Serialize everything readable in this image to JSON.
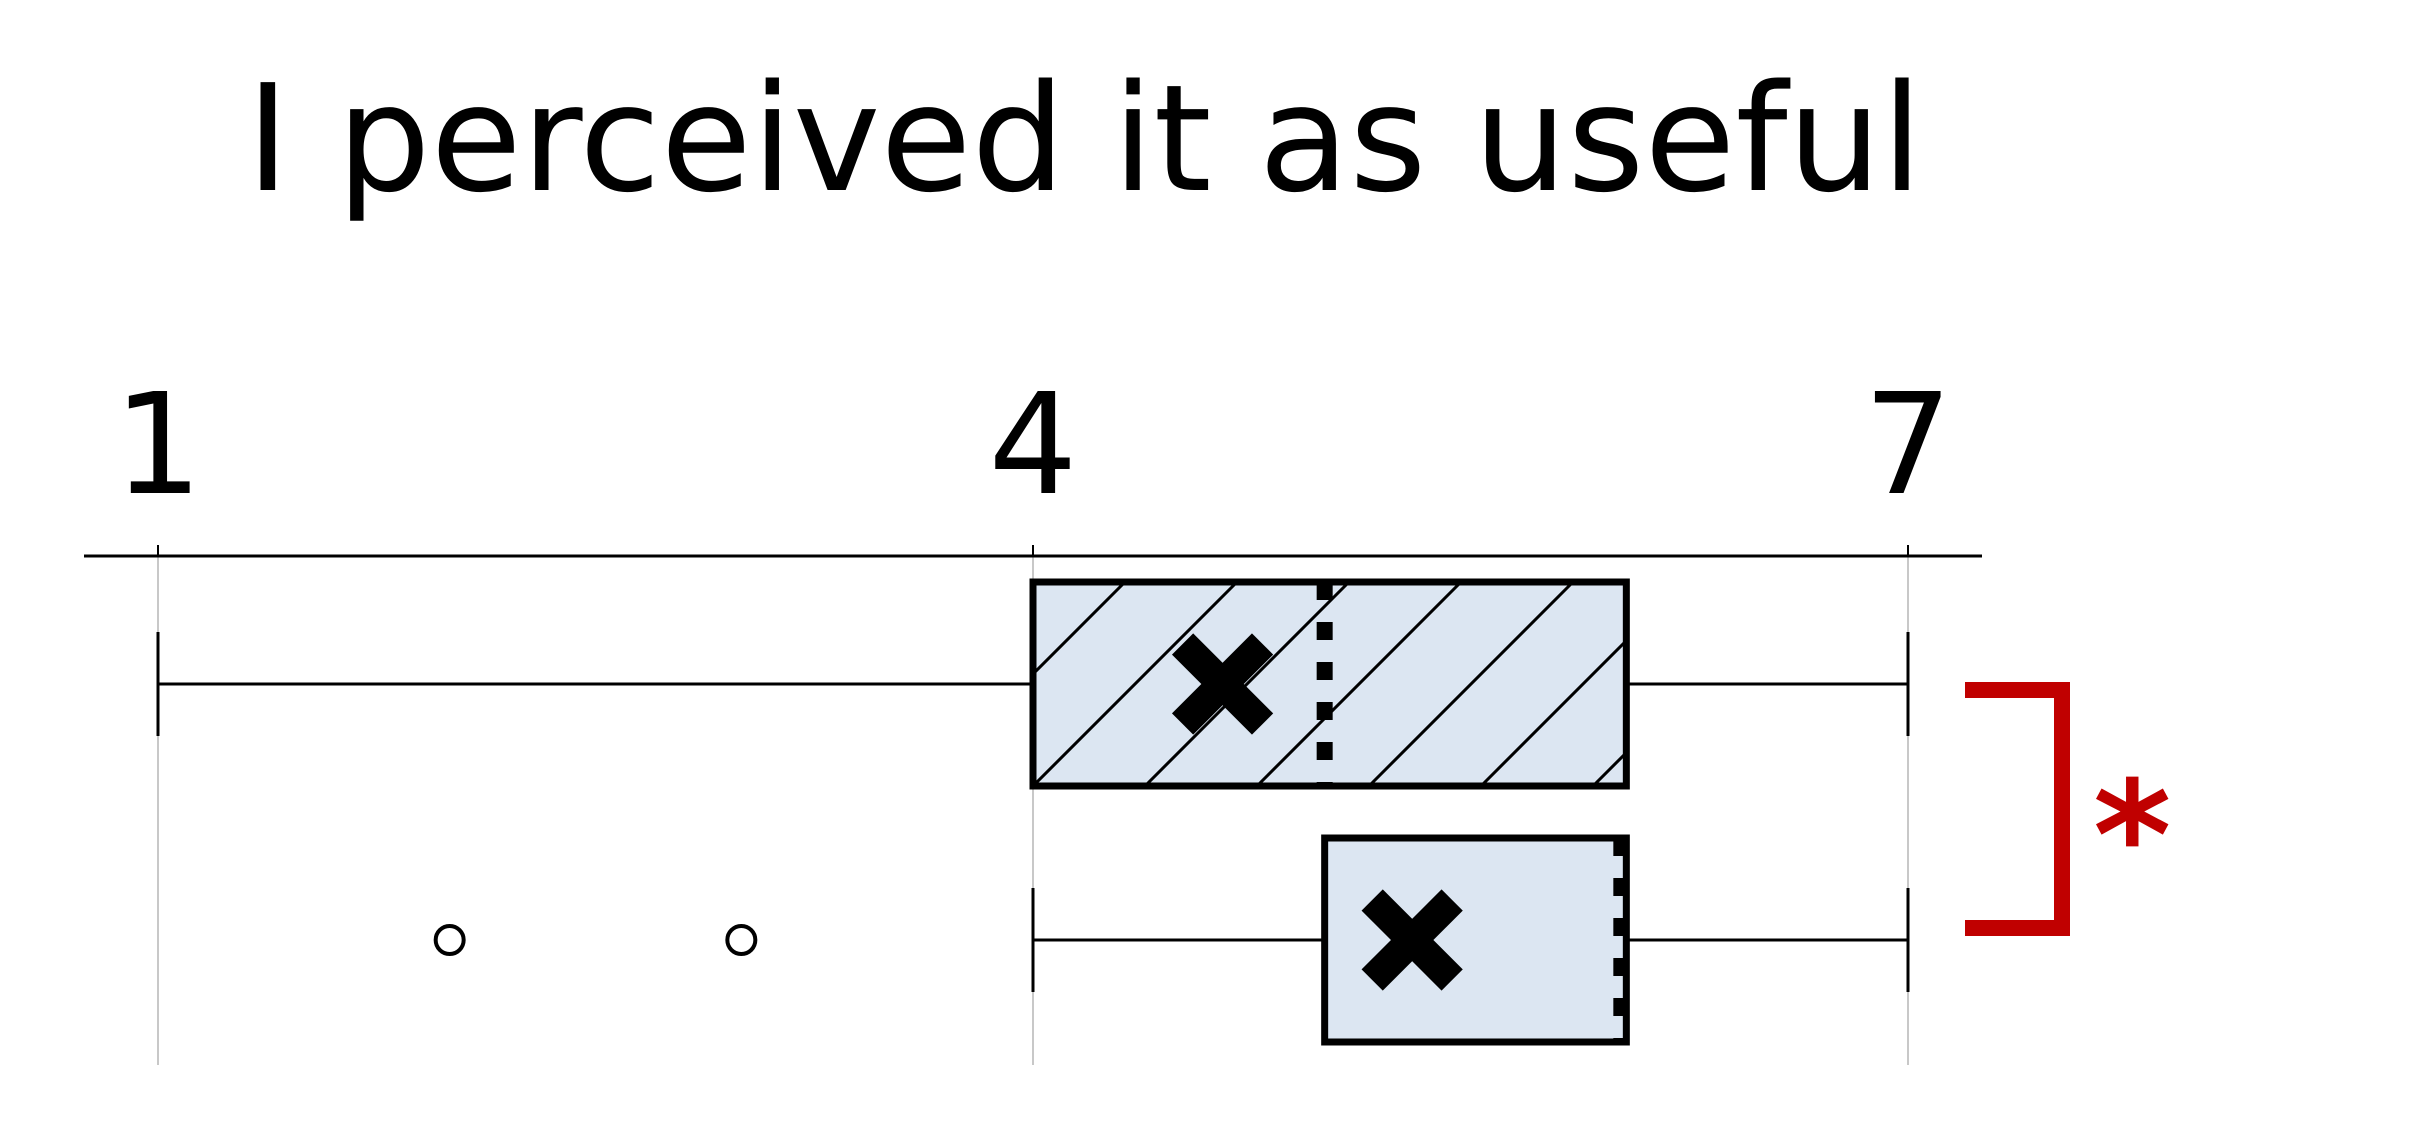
{
  "chart_data": {
    "type": "boxplot",
    "orientation": "horizontal",
    "title": "I perceived it as useful",
    "xlim": [
      1,
      7
    ],
    "ticks": [
      1,
      4,
      7
    ],
    "tick_labels": [
      "1",
      "4",
      "7"
    ],
    "grid": true,
    "series": [
      {
        "whisker_low": 1,
        "q1": 4,
        "median": 5,
        "q3": 6,
        "whisker_high": 7,
        "mean": 4.65,
        "outliers": [],
        "fill": "#dce6f2",
        "hatch": true
      },
      {
        "whisker_low": 4,
        "q1": 5,
        "median": 6,
        "q3": 6,
        "whisker_high": 7,
        "mean": 5.3,
        "outliers": [
          2,
          3
        ],
        "fill": "#dce6f2",
        "hatch": false
      }
    ],
    "significance": {
      "label": "*",
      "color": "#c00000",
      "between": [
        0,
        1
      ]
    }
  }
}
